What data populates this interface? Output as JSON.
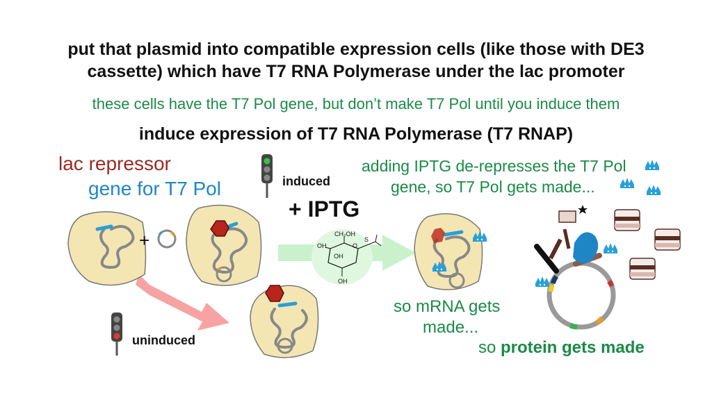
{
  "header": {
    "line1": "put that plasmid into compatible expression cells (like those with DE3",
    "line2": "cassette) which have T7 RNA Polymerase under the lac promoter",
    "note": "these cells have the T7 Pol gene, but don’t make T7 Pol until you induce them",
    "subtitle": "induce expression of T7 RNA Polymerase (T7 RNAP)"
  },
  "legend": {
    "lac_repressor": "lac repressor",
    "gene_t7": "gene for T7 Pol"
  },
  "labels": {
    "induced": "induced",
    "uninduced": "uninduced",
    "iptg": "+ IPTG",
    "plus": "+",
    "iptg_note_1": "adding IPTG de-represses the T7 Pol",
    "iptg_note_2": "gene, so T7 Pol gets made...",
    "mrna_1": "so mRNA gets",
    "mrna_2": "made...",
    "protein_prefix": "so ",
    "protein_bold": "protein gets made"
  },
  "molecule": {
    "ch2oh": "CH₂OH",
    "oh_top_left": "OH",
    "o_ring": "O",
    "s_atom": "S",
    "oh_mid": "OH",
    "oh_bottom": "OH"
  },
  "colors": {
    "cell_fill": "#f3e6b3",
    "cell_stroke": "#777777",
    "lac_repressor": "#b8251c",
    "t7_gene": "#1e86c4",
    "t7_pol": "#29a0d8",
    "induced_arrow": "#c9f2cc",
    "uninduced_arrow": "#f7a3a3",
    "green_text": "#1b8a47"
  }
}
